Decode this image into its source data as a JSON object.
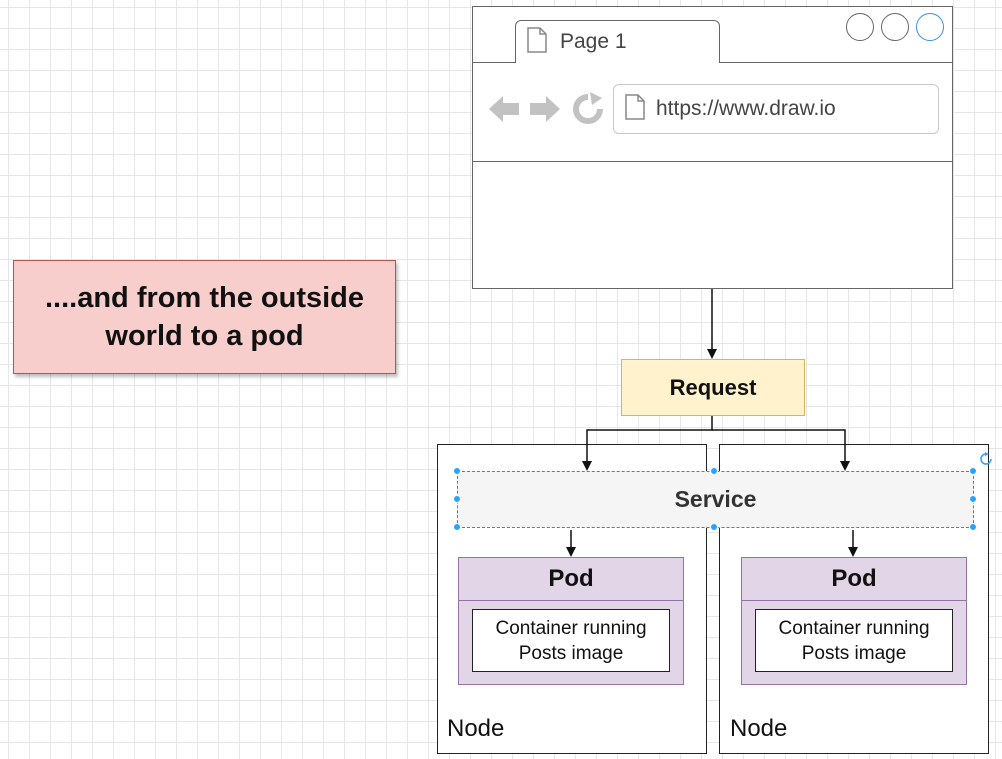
{
  "callout": {
    "line1": "....and from the outside",
    "line2": "world to a pod"
  },
  "browser": {
    "tab_label": "Page 1",
    "url": "https://www.draw.io",
    "icons": [
      "back-arrow-icon",
      "forward-arrow-icon",
      "refresh-icon",
      "document-icon"
    ]
  },
  "request": {
    "label": "Request"
  },
  "service": {
    "label": "Service"
  },
  "nodes": [
    {
      "label": "Node",
      "pod": {
        "title": "Pod",
        "container_line1": "Container running",
        "container_line2": "Posts image"
      }
    },
    {
      "label": "Node",
      "pod": {
        "title": "Pod",
        "container_line1": "Container running",
        "container_line2": "Posts image"
      }
    }
  ],
  "colors": {
    "callout_fill": "#f8cecc",
    "request_fill": "#fff2cc",
    "pod_fill": "#e1d5e7",
    "service_fill": "#f5f5f5",
    "selection_handle": "#29a3ff"
  }
}
